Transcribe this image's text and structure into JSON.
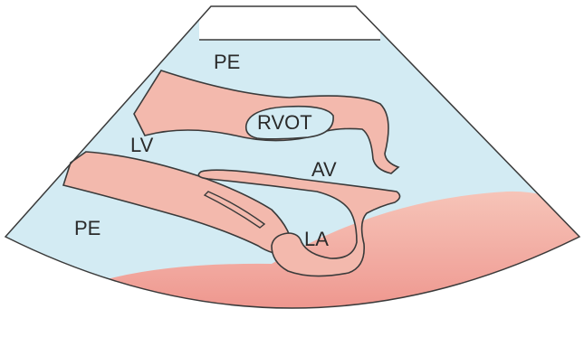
{
  "labels": {
    "pe_top": "PE",
    "rvot": "RVOT",
    "lv": "LV",
    "av": "AV",
    "pe_bottom": "PE",
    "la": "LA"
  },
  "colors": {
    "fluid": "#d3ebf3",
    "tissue": "#f3b9ad",
    "tissue_deep": "#ef8f86",
    "outline": "#3a3a3a",
    "background": "#ffffff"
  }
}
